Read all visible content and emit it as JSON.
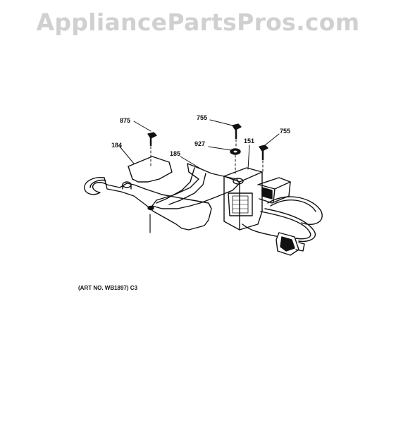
{
  "watermark": "AppliancePartsPros.com",
  "callouts": {
    "p875": "875",
    "p184": "184",
    "p185": "185",
    "p755a": "755",
    "p927": "927",
    "p151": "151",
    "p755b": "755"
  },
  "art_number": "(ART NO. WB1897) C3"
}
